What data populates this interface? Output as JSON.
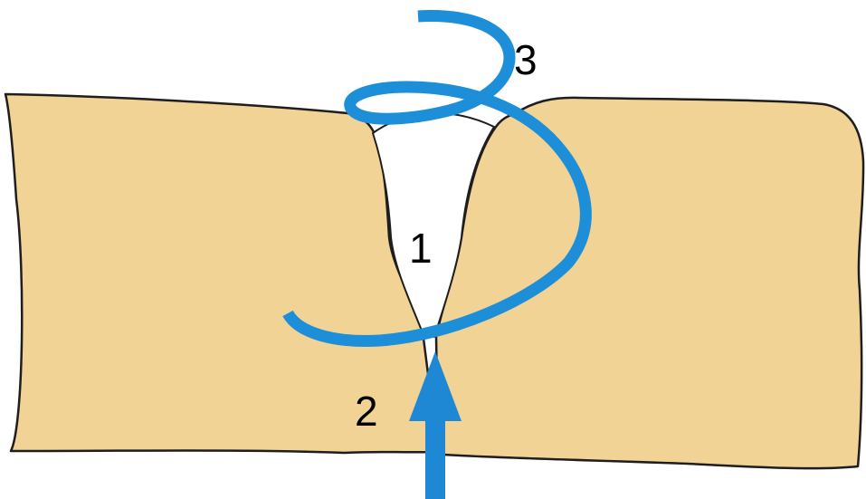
{
  "labels": {
    "gap": "1",
    "arrow": "2",
    "coil": "3"
  },
  "colors": {
    "material": "#F2D396",
    "outline": "#1E1E1E",
    "suture": "#1C8FD8",
    "arrow": "#1E88D4",
    "gap": "#FFFFFF"
  },
  "icons": {
    "arrow": "up-arrow-icon"
  }
}
